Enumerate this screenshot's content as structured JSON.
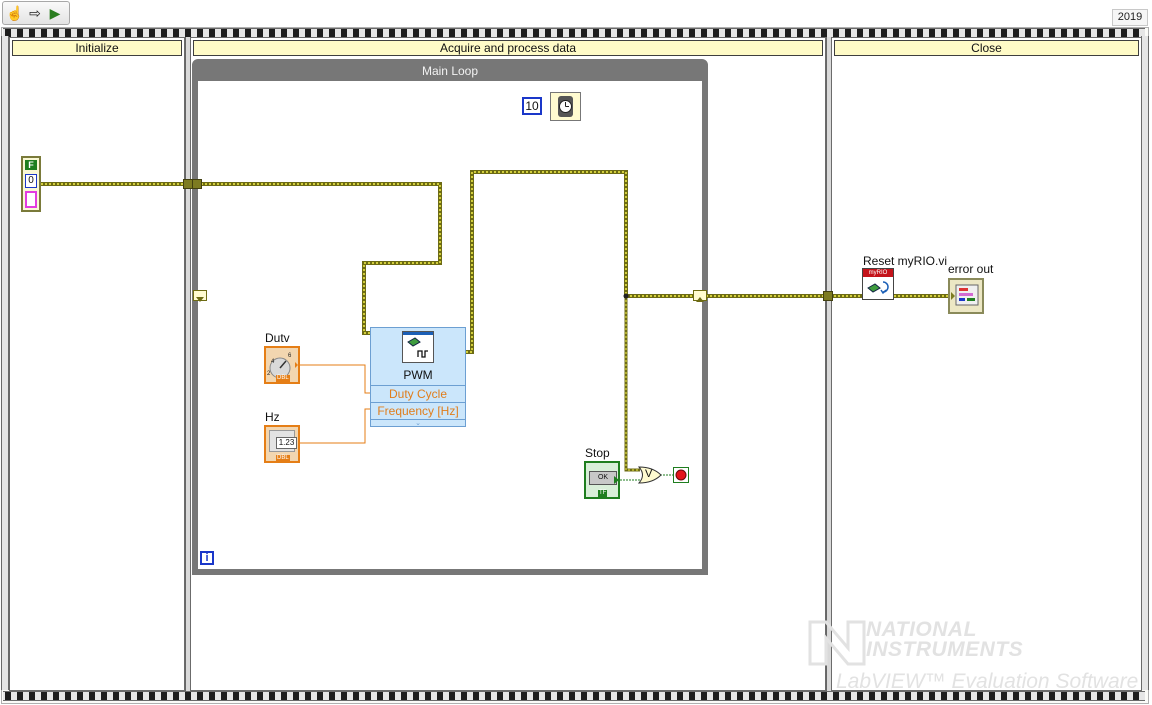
{
  "toolbar": {
    "tools": [
      {
        "icon": "hand-icon",
        "glyph": "☝"
      },
      {
        "icon": "arrow-right-icon",
        "glyph": "⇨"
      },
      {
        "icon": "run-icon",
        "glyph": "▶"
      }
    ],
    "version": "2019"
  },
  "frames": {
    "initialize": "Initialize",
    "acquire": "Acquire and process data",
    "close": "Close"
  },
  "main_loop": {
    "title": "Main Loop",
    "iteration_terminal": "i",
    "wait_ms_constant": "10"
  },
  "error_cluster_constant": {
    "status": "F",
    "code": "0"
  },
  "controls": {
    "duty": {
      "label": "Dutv",
      "type": "DBL",
      "knob_marks": [
        "4",
        "6",
        "2"
      ]
    },
    "hz": {
      "label": "Hz",
      "type": "DBL",
      "display": "1.23"
    },
    "stop": {
      "label": "Stop",
      "button": "OK",
      "type": "TF"
    }
  },
  "pwm_node": {
    "title": "PWM",
    "inputs": [
      "Duty Cycle",
      "Frequency [Hz]"
    ]
  },
  "close_frame": {
    "reset_vi_label": "Reset myRIO.vi",
    "reset_vi_badge": "myRIO",
    "error_out_label": "error out"
  },
  "logic": {
    "or_gate": "V"
  },
  "watermark": {
    "brand_line1": "NATIONAL",
    "brand_line2": "INSTRUMENTS",
    "product": "LabVIEW™ Evaluation Software"
  },
  "colors": {
    "error_wire": "#7d7b21",
    "numeric_dbl": "#e57e16",
    "boolean": "#1f7e1f",
    "integer": "#1a37c9"
  }
}
